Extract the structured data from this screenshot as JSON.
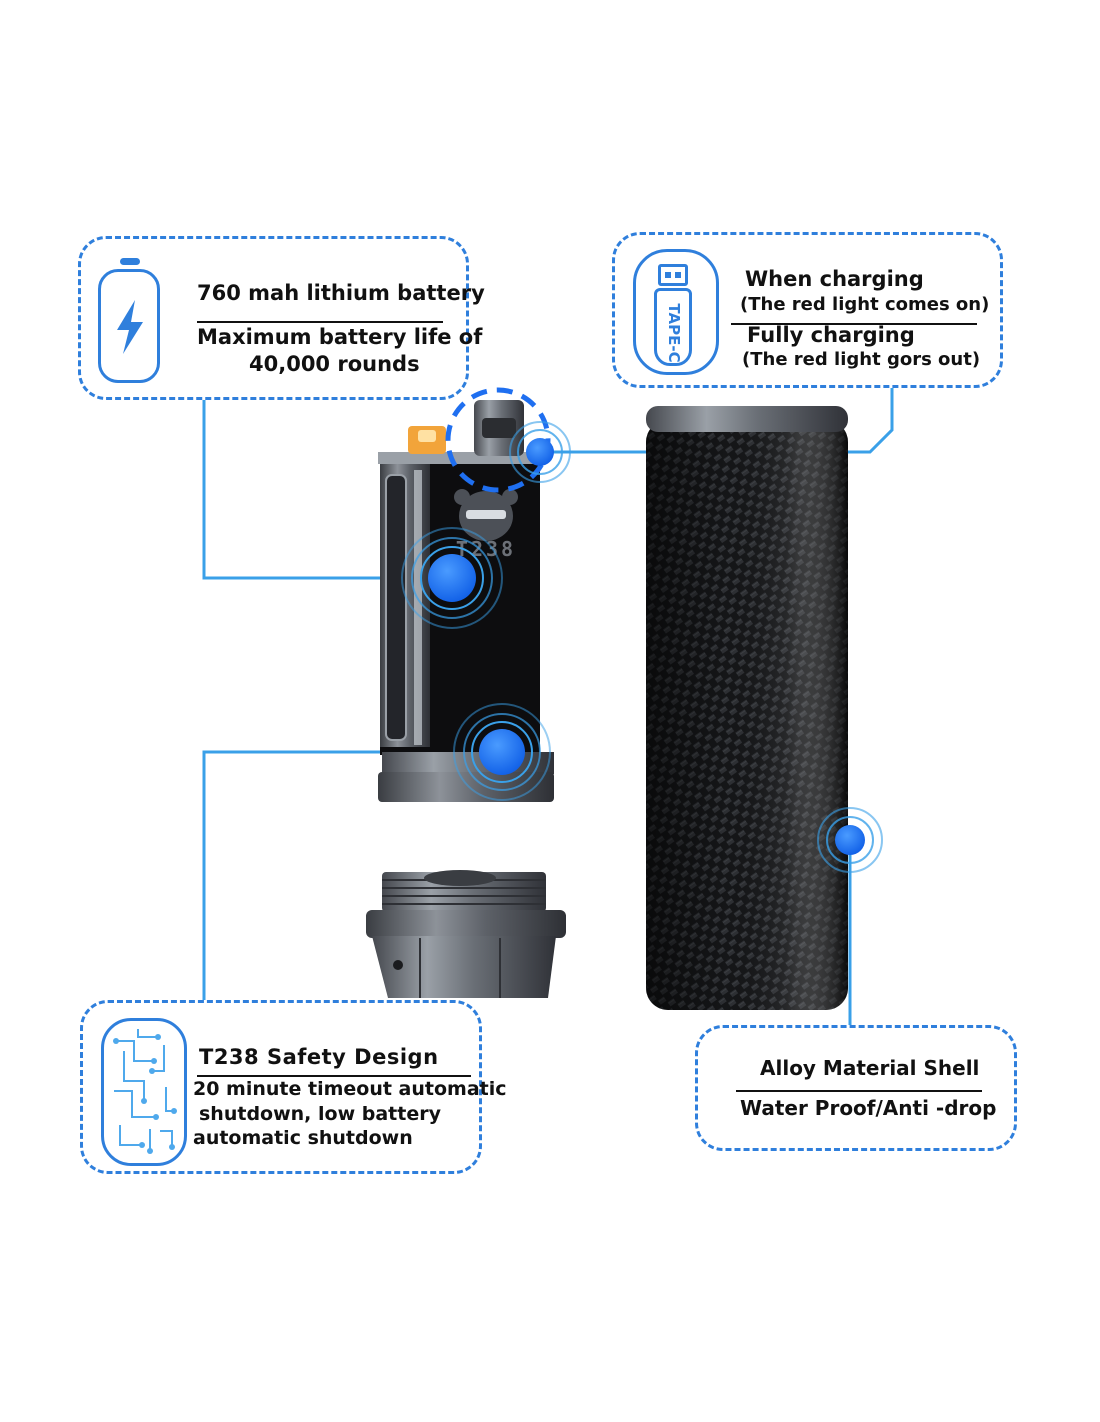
{
  "battery_callout": {
    "line1": "760 mah lithium battery",
    "line2": "Maximum battery life of",
    "line3": "40,000 rounds",
    "icon": "battery-bolt-icon"
  },
  "charging_callout": {
    "line1": "When charging",
    "line2": "(The red light comes on)",
    "line3": "Fully charging",
    "line4": "(The red light gors out)",
    "icon_label": "TAPE-C",
    "icon": "usb-type-c-icon"
  },
  "safety_callout": {
    "title": "T238 Safety Design",
    "line1": "20 minute timeout automatic",
    "line2": "shutdown, low battery",
    "line3": "automatic shutdown",
    "icon": "circuit-board-icon"
  },
  "shell_callout": {
    "line1": "Alloy Material Shell",
    "line2": "Water Proof/Anti -drop"
  },
  "device": {
    "brand_label": "T238"
  },
  "colors": {
    "accent": "#2f7fdc",
    "dot": "#1f6ff0",
    "line": "#3aa0e8"
  }
}
